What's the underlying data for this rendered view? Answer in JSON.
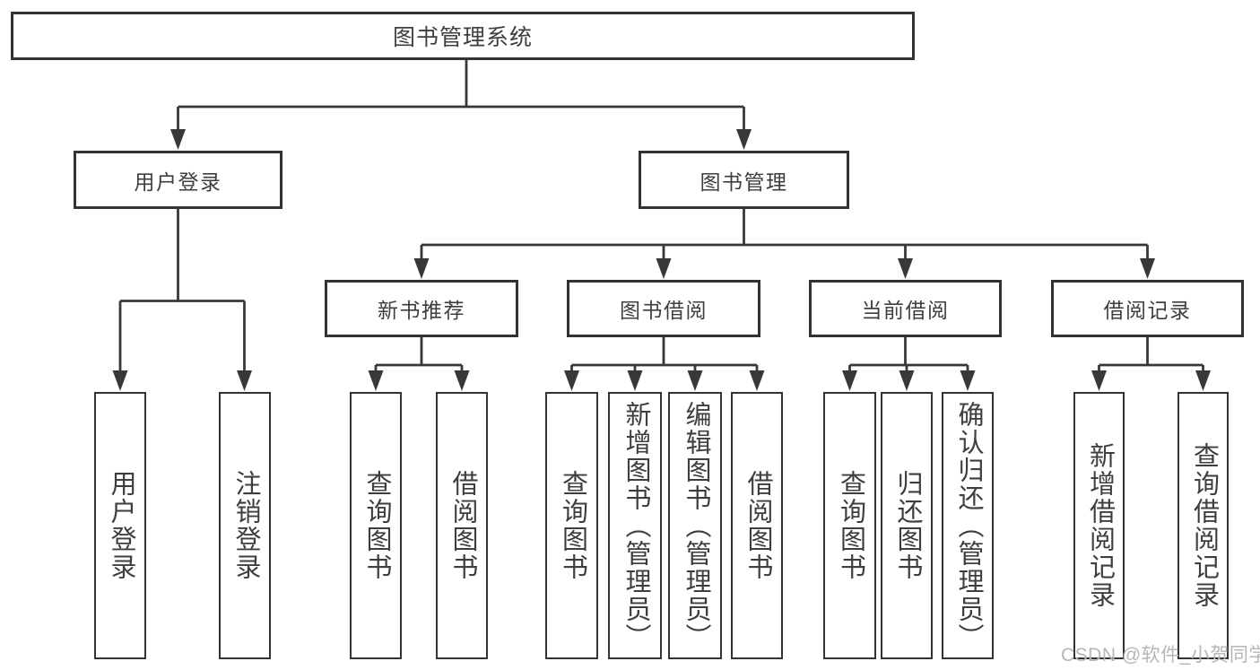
{
  "colors": {
    "background": "#ffffff",
    "line": "#383838",
    "box_border": "#333333",
    "text": "#3e3e3e",
    "watermark": "#b6b6b6"
  },
  "tree": {
    "label": "图书管理系统",
    "children": [
      {
        "label": "用户登录",
        "children": [
          {
            "label": "用户登录"
          },
          {
            "label": "注销登录"
          }
        ]
      },
      {
        "label": "图书管理",
        "children": [
          {
            "label": "新书推荐",
            "children": [
              {
                "label": "查询图书"
              },
              {
                "label": "借阅图书"
              }
            ]
          },
          {
            "label": "图书借阅",
            "children": [
              {
                "label": "查询图书"
              },
              {
                "label": "新增图书（管理员）"
              },
              {
                "label": "编辑图书（管理员）"
              },
              {
                "label": "借阅图书"
              }
            ]
          },
          {
            "label": "当前借阅",
            "children": [
              {
                "label": "查询图书"
              },
              {
                "label": "归还图书"
              },
              {
                "label": "确认归还（管理员）"
              }
            ]
          },
          {
            "label": "借阅记录",
            "children": [
              {
                "label": "新增借阅记录"
              },
              {
                "label": "查询借阅记录"
              }
            ]
          }
        ]
      }
    ]
  },
  "watermark": {
    "text": "CSDN @软件_小贺同学"
  }
}
